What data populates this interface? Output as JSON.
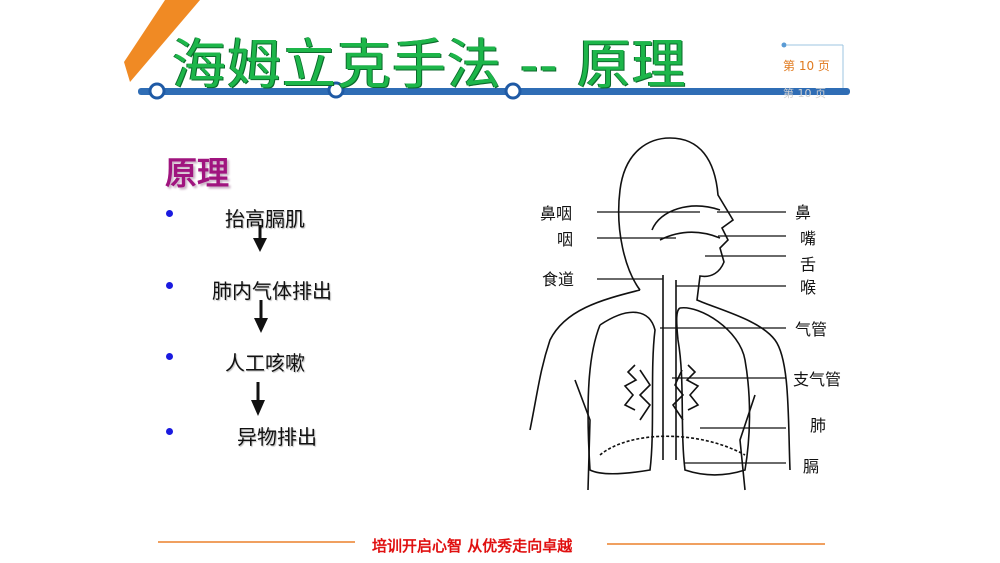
{
  "header": {
    "title": "海姆立克手法 -- 原理",
    "page_indicator": "第 10 页",
    "page_indicator_ghost": "第 10 页",
    "colors": {
      "title": "#1db64a",
      "bar": "#2f6db5",
      "accent": "#f08a24"
    }
  },
  "content": {
    "section_title": "原理",
    "steps": [
      {
        "label": "抬高膈肌"
      },
      {
        "label": "肺内气体排出"
      },
      {
        "label": "人工咳嗽"
      },
      {
        "label": "异物排出"
      }
    ]
  },
  "diagram": {
    "left_labels": [
      "鼻咽",
      "咽",
      "食道"
    ],
    "right_labels": [
      "鼻",
      "嘴",
      "舌",
      "喉",
      "气管",
      "支气管",
      "肺",
      "膈"
    ]
  },
  "footer": {
    "slogan": "培训开启心智  从优秀走向卓越"
  }
}
